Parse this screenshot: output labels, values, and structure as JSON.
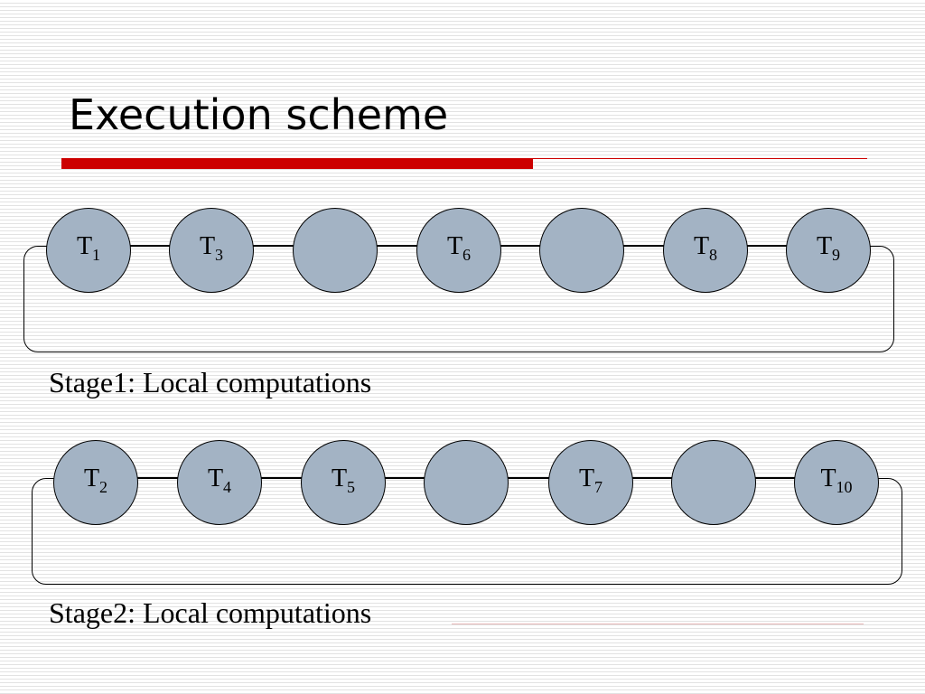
{
  "title": "Execution scheme",
  "stages": [
    {
      "caption": "Stage1: Local computations",
      "nodes": [
        {
          "letter": "T",
          "sub": "1"
        },
        {
          "letter": "T",
          "sub": "3"
        },
        {
          "letter": "",
          "sub": ""
        },
        {
          "letter": "T",
          "sub": "6"
        },
        {
          "letter": "",
          "sub": ""
        },
        {
          "letter": "T",
          "sub": "8"
        },
        {
          "letter": "T",
          "sub": "9"
        }
      ]
    },
    {
      "caption": "Stage2: Local computations",
      "nodes": [
        {
          "letter": "T",
          "sub": "2"
        },
        {
          "letter": "T",
          "sub": "4"
        },
        {
          "letter": "T",
          "sub": "5"
        },
        {
          "letter": "",
          "sub": ""
        },
        {
          "letter": "T",
          "sub": "7"
        },
        {
          "letter": "",
          "sub": ""
        },
        {
          "letter": "T",
          "sub": "10"
        }
      ]
    }
  ],
  "colors": {
    "node_fill": "#a3b3c4",
    "accent": "#cc0000",
    "background_stripe": "#e2e2e2"
  }
}
